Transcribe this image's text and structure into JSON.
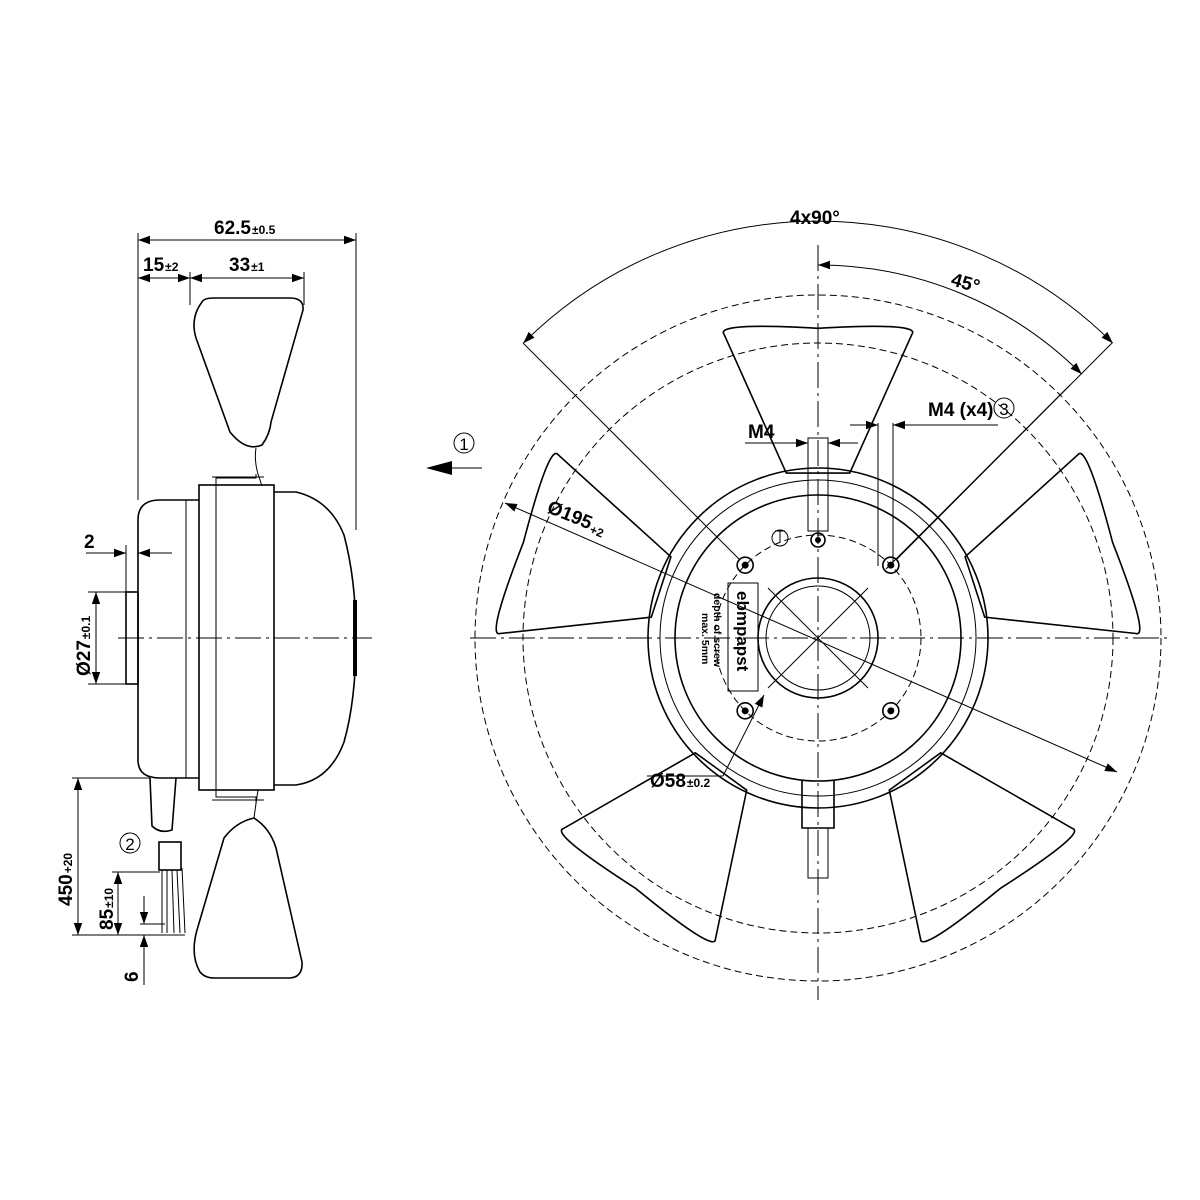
{
  "side_view": {
    "dim_overall": {
      "value": "62.5",
      "tol": "±0.5"
    },
    "dim_hub_offset": {
      "value": "15",
      "tol": "±2"
    },
    "dim_blade_width": {
      "value": "33",
      "tol": "±1"
    },
    "dim_shaft_protrusion": "2",
    "dim_shaft_diameter": {
      "value": "Ø27",
      "tol": "±0.1"
    },
    "dim_lead_length": {
      "value": "450",
      "tol": "+20"
    },
    "dim_strip_length": {
      "value": "85",
      "tol": "±10"
    },
    "dim_wire_end": "6",
    "callout_leads": "2"
  },
  "front_view": {
    "angle_spacing": "4x90°",
    "angle_offset": "45°",
    "thread_single": "M4",
    "thread_multi": "M4 (x4)",
    "callout_thread": "3",
    "dim_outer_diameter": {
      "value": "Ø195",
      "tol": "+2"
    },
    "dim_bolt_circle": {
      "value": "Ø58",
      "tol": "±0.2"
    },
    "brand_label": "ebmpapst",
    "screw_note_1": "depth of screw",
    "screw_note_2": "max. 5mm",
    "ground_symbol": "ground-symbol"
  },
  "airflow": {
    "callout": "1",
    "arrow": "airflow-arrow-icon"
  }
}
